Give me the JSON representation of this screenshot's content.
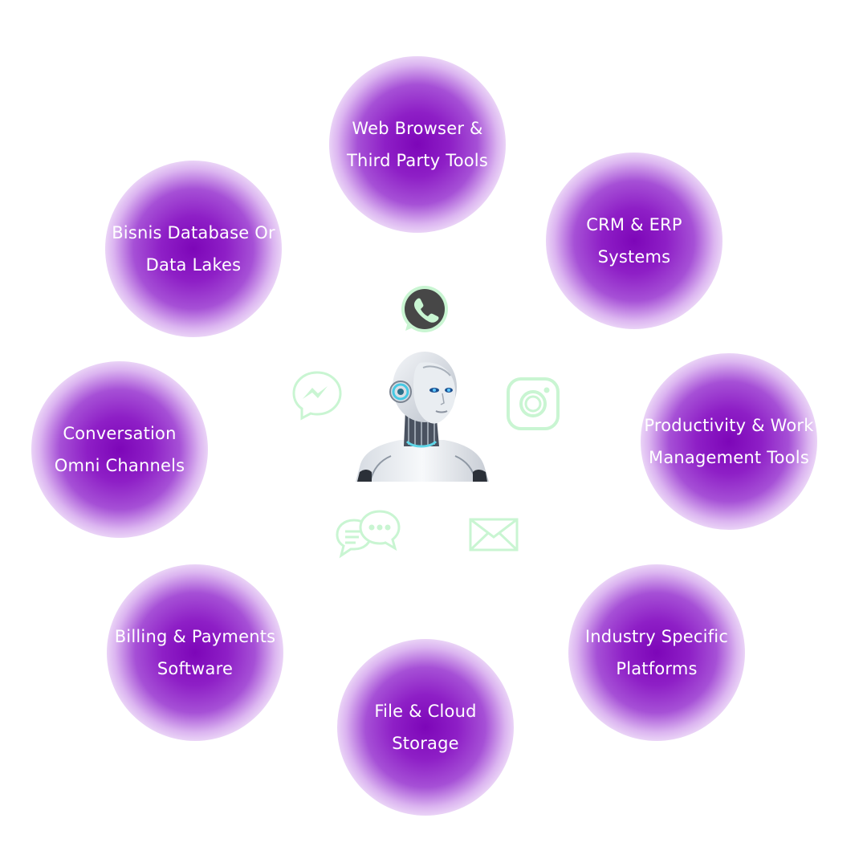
{
  "nodes": [
    {
      "id": "web-browser",
      "line1": "Web Browser &",
      "line2": "Third Party Tools"
    },
    {
      "id": "crm-erp",
      "line1": "CRM & ERP",
      "line2": "Systems"
    },
    {
      "id": "productivity",
      "line1": "Productivity  & Work",
      "line2": "Management Tools"
    },
    {
      "id": "industry",
      "line1": "Industry Specific",
      "line2": "Platforms"
    },
    {
      "id": "file-cloud",
      "line1": "File & Cloud",
      "line2": "Storage"
    },
    {
      "id": "billing",
      "line1": "Billing & Payments",
      "line2": "Software"
    },
    {
      "id": "conversation",
      "line1": "Conversation",
      "line2": "Omni Channels"
    },
    {
      "id": "database",
      "line1": "Bisnis Database Or",
      "line2": "Data Lakes"
    }
  ],
  "center": {
    "icon": "ai-robot-figure"
  },
  "channel_icons": [
    "whatsapp-icon",
    "messenger-icon",
    "instagram-icon",
    "chat-bubbles-icon",
    "email-icon"
  ],
  "colors": {
    "node": "#7d06b8",
    "icon_green": "#c9f5d2",
    "whatsapp_dark": "#474747"
  }
}
